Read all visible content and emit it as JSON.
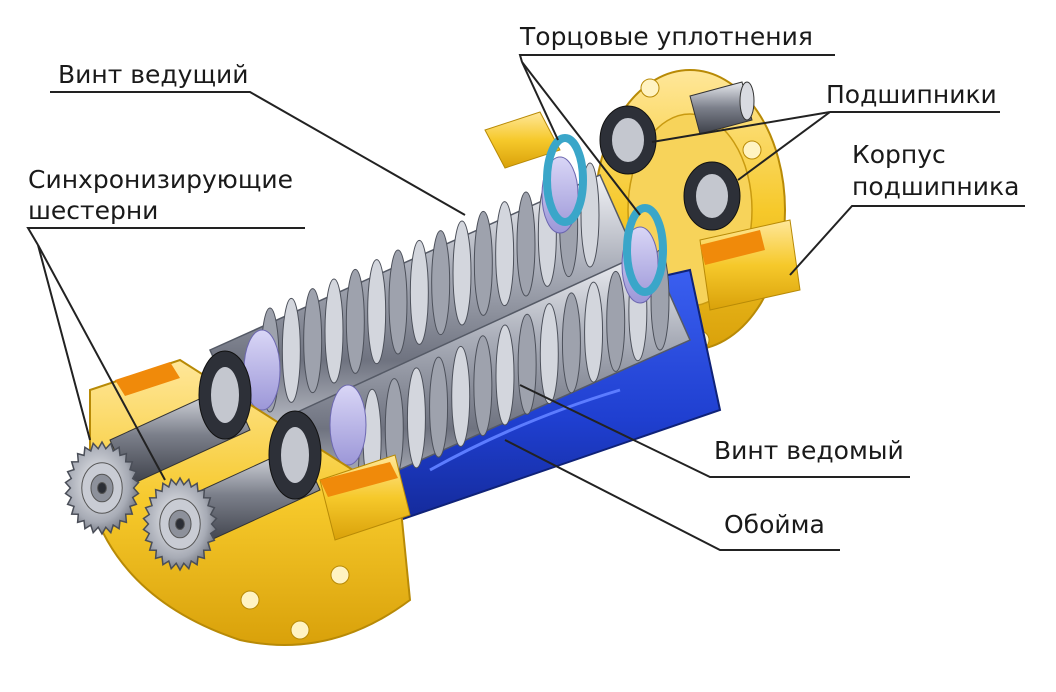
{
  "labels": {
    "end_seals": "Торцовые уплотнения",
    "drive_screw": "Винт ведущий",
    "bearings": "Подшипники",
    "housing_line1": "Корпус",
    "housing_line2": "подшипника",
    "sync_gears_line1": "Синхронизирующие",
    "sync_gears_line2": "шестерни",
    "driven_screw": "Винт ведомый",
    "cage": "Обойма"
  },
  "colors": {
    "housing": "#f2c21a",
    "housing_light": "#ffe79a",
    "cage": "#1f3fd0",
    "screw_metal": "#b9bcc6",
    "seal": "#3aa6c9",
    "leader_line": "#222222"
  }
}
